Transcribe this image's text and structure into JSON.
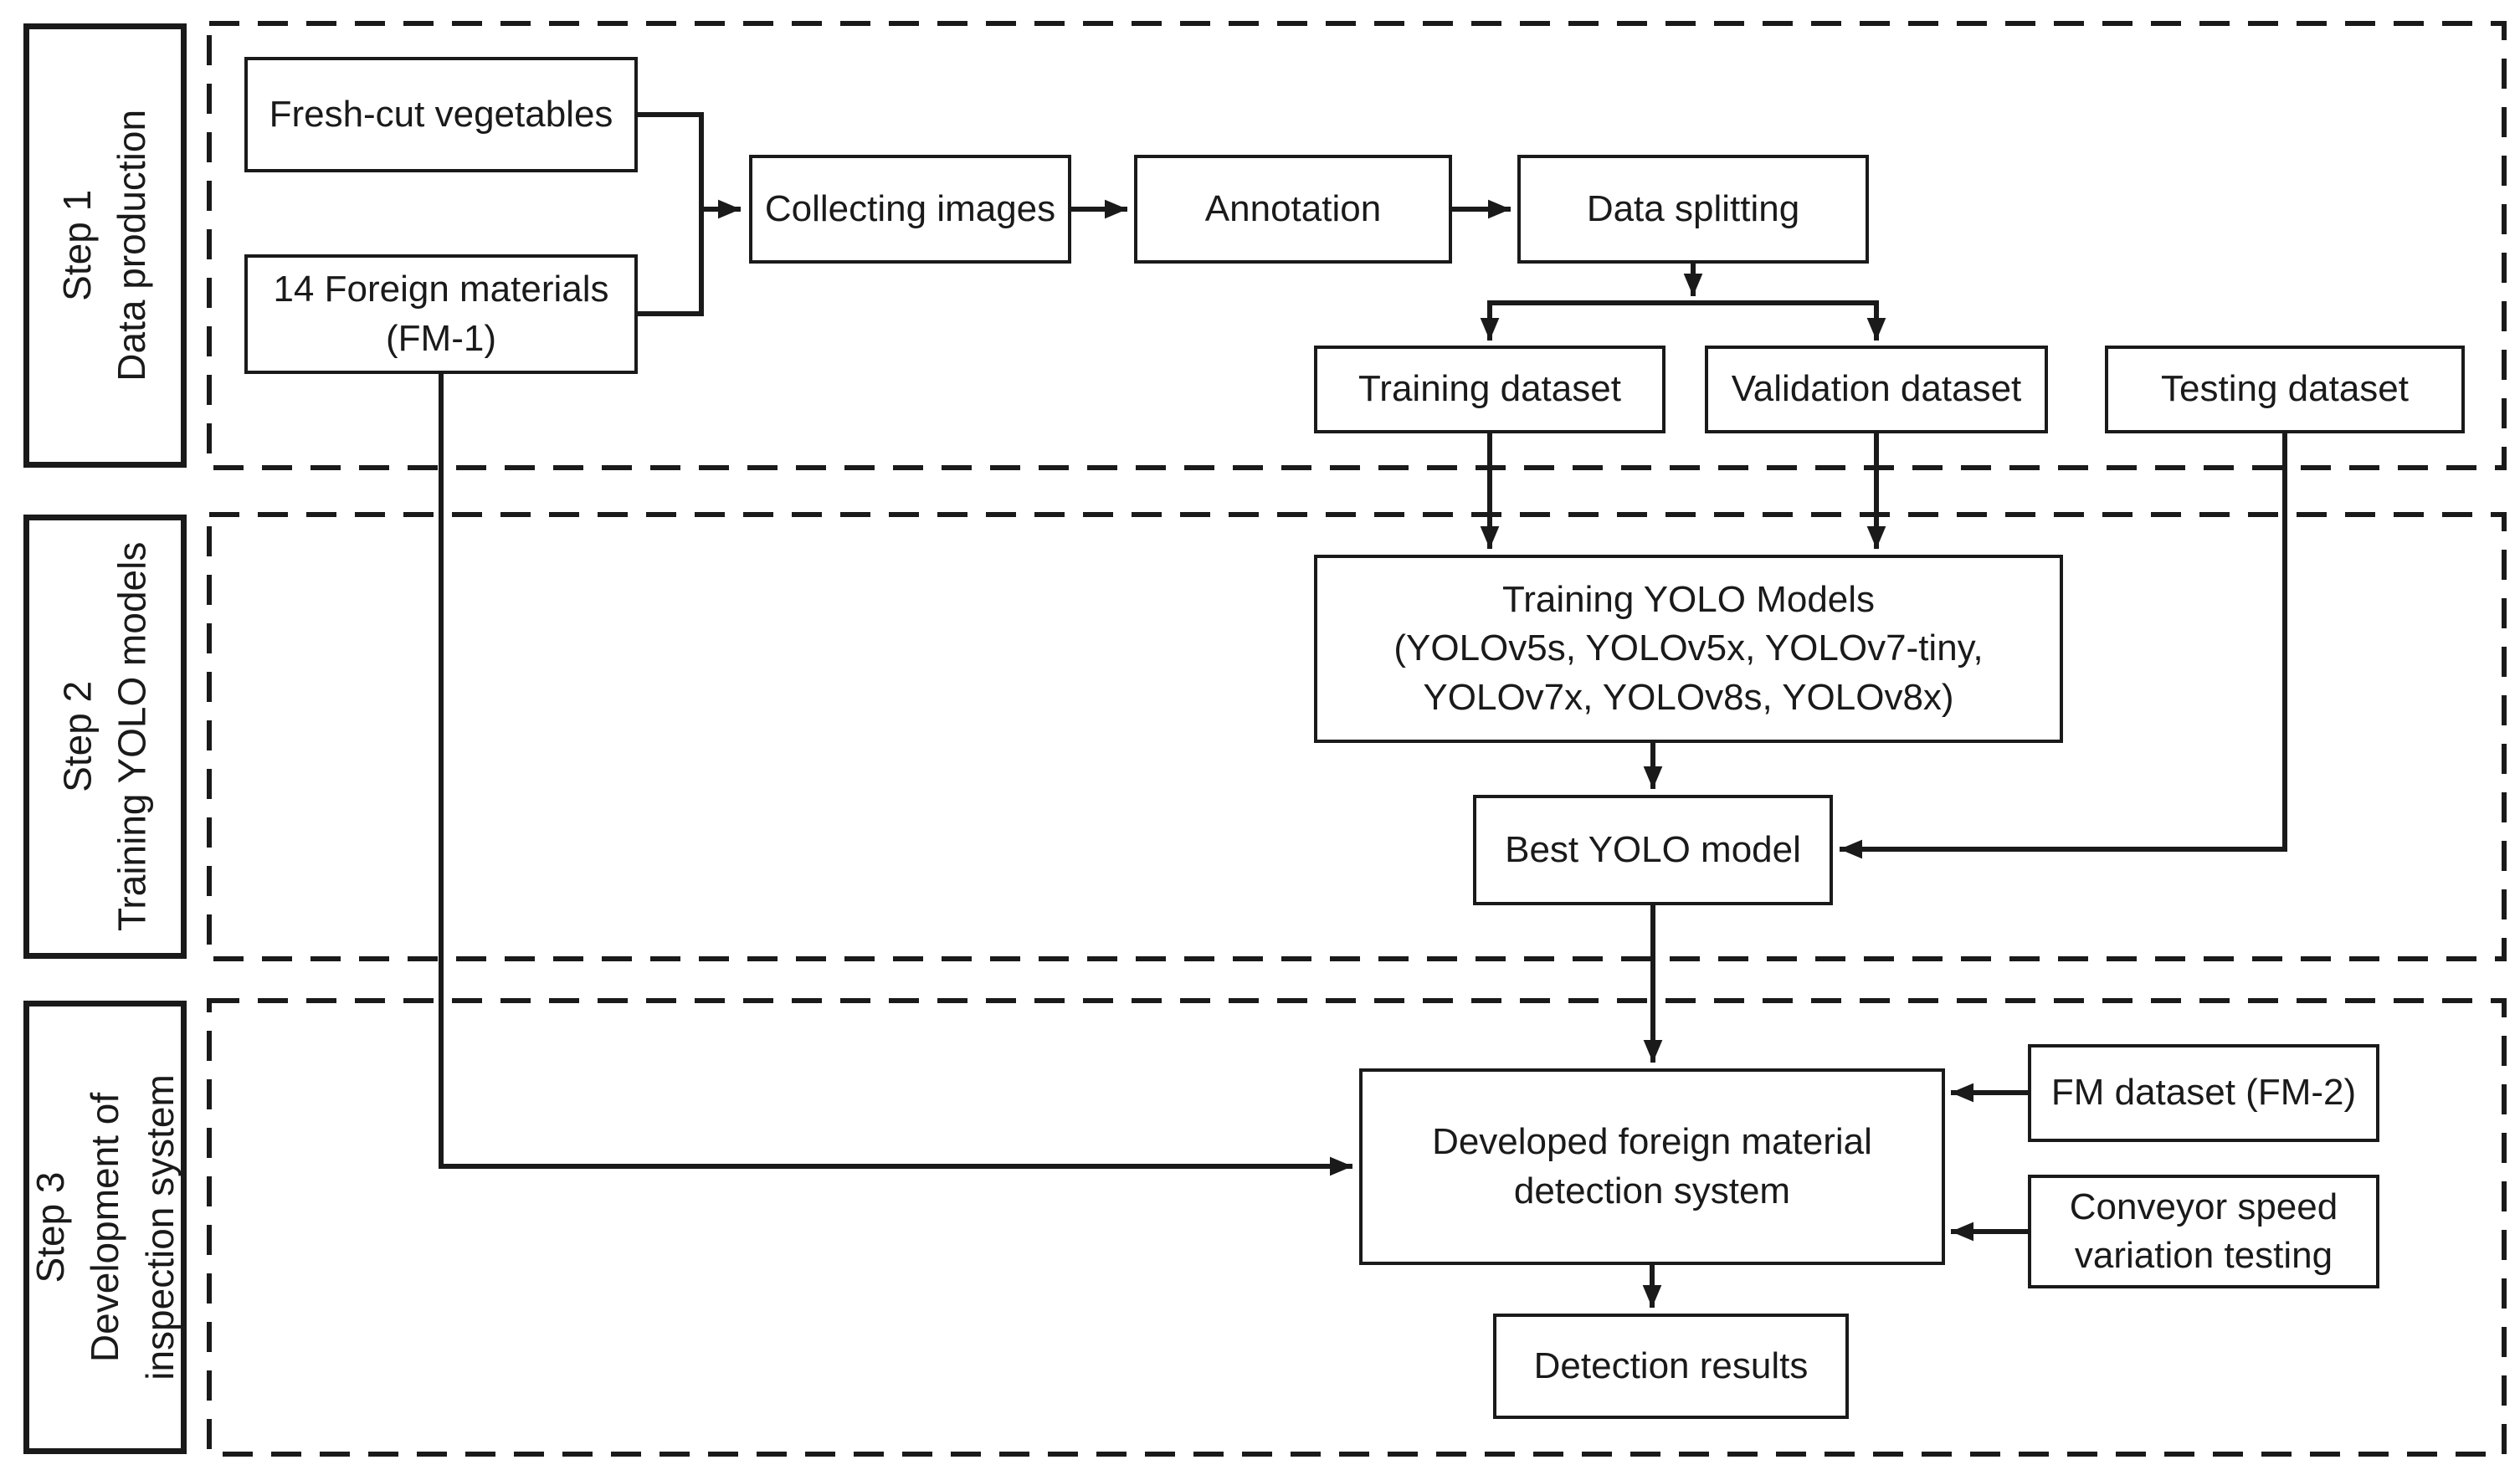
{
  "figure": {
    "background_color": "#ffffff",
    "stroke_color": "#1a1a1a",
    "type": "flowchart"
  },
  "step_labels": [
    {
      "lines": [
        "Step 1",
        "Data production"
      ]
    },
    {
      "lines": [
        "Step 2",
        "Training YOLO models"
      ]
    },
    {
      "lines": [
        "Step 3",
        "Development of",
        "inspection system"
      ]
    }
  ],
  "nodes": {
    "fresh_cut": {
      "lines": [
        "Fresh-cut vegetables"
      ]
    },
    "fm1": {
      "lines": [
        "14 Foreign materials",
        "(FM-1)"
      ]
    },
    "collecting": {
      "lines": [
        "Collecting images"
      ]
    },
    "annotation": {
      "lines": [
        "Annotation"
      ]
    },
    "data_splitting": {
      "lines": [
        "Data splitting"
      ]
    },
    "training_dataset": {
      "lines": [
        "Training dataset"
      ]
    },
    "validation_dataset": {
      "lines": [
        "Validation dataset"
      ]
    },
    "testing_dataset": {
      "lines": [
        "Testing dataset"
      ]
    },
    "training_yolo": {
      "lines": [
        "Training YOLO Models",
        "(YOLOv5s, YOLOv5x, YOLOv7-tiny,",
        "YOLOv7x, YOLOv8s, YOLOv8x)"
      ]
    },
    "best_yolo": {
      "lines": [
        "Best YOLO model"
      ]
    },
    "developed_system": {
      "lines": [
        "Developed foreign material",
        "detection system"
      ]
    },
    "fm2": {
      "lines": [
        "FM dataset (FM-2)"
      ]
    },
    "conveyor": {
      "lines": [
        "Conveyor speed",
        "variation testing"
      ]
    },
    "detection_results": {
      "lines": [
        "Detection results"
      ]
    }
  }
}
